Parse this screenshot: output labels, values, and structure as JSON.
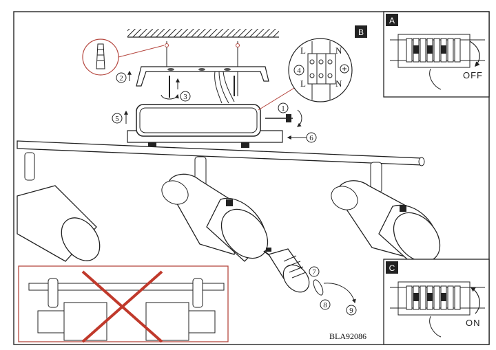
{
  "panel_labels": {
    "main": "B",
    "top_right": "A",
    "bottom_right": "C"
  },
  "switch_states": {
    "off": "OFF",
    "on": "ON"
  },
  "terminal_labels": {
    "live_top": "L",
    "neutral_top": "N",
    "live_bottom": "L",
    "neutral_bottom": "N"
  },
  "steps": [
    "1",
    "2",
    "3",
    "4",
    "5",
    "6",
    "7",
    "8",
    "9"
  ],
  "product_code": "BLA92086",
  "colors": {
    "line": "#222222",
    "frame": "#333333",
    "warning_frame": "#b5473f",
    "cross": "#c0392b",
    "label_box": "#222222"
  }
}
